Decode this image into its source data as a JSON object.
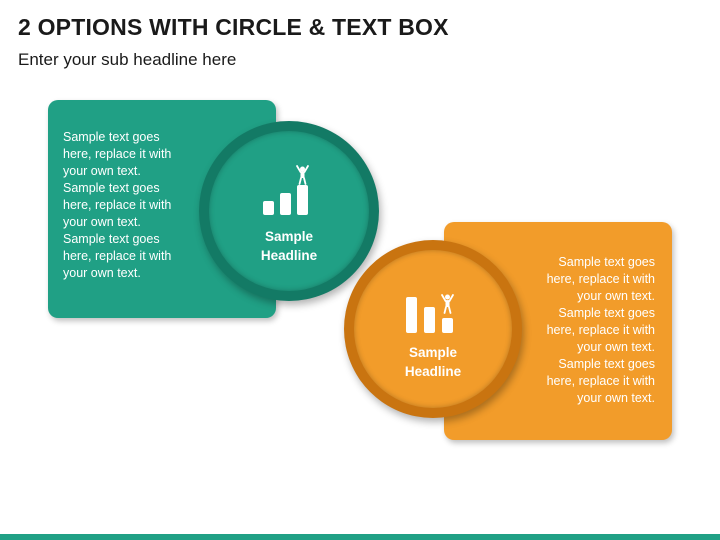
{
  "header": {
    "title": "2 OPTIONS WITH CIRCLE & TEXT BOX",
    "subtitle": "Enter your sub headline here"
  },
  "options": [
    {
      "color": "#20a085",
      "ring_color": "#137a65",
      "icon": "growth-bar-chart-person-icon",
      "headline_line1": "Sample",
      "headline_line2": "Headline",
      "text_lines": [
        "Sample text goes",
        "here, replace it with",
        "your own text.",
        "Sample text goes",
        "here, replace it with",
        "your own text.",
        "Sample text goes",
        "here, replace it with",
        "your own text."
      ]
    },
    {
      "color": "#f29c2a",
      "ring_color": "#c97410",
      "icon": "decline-bar-chart-person-icon",
      "headline_line1": "Sample",
      "headline_line2": "Headline",
      "text_lines": [
        "Sample text goes",
        "here, replace it with",
        "your own text.",
        "Sample text goes",
        "here, replace it with",
        "your own text.",
        "Sample text goes",
        "here, replace it with",
        "your own text."
      ]
    }
  ],
  "accent_color": "#20a085"
}
